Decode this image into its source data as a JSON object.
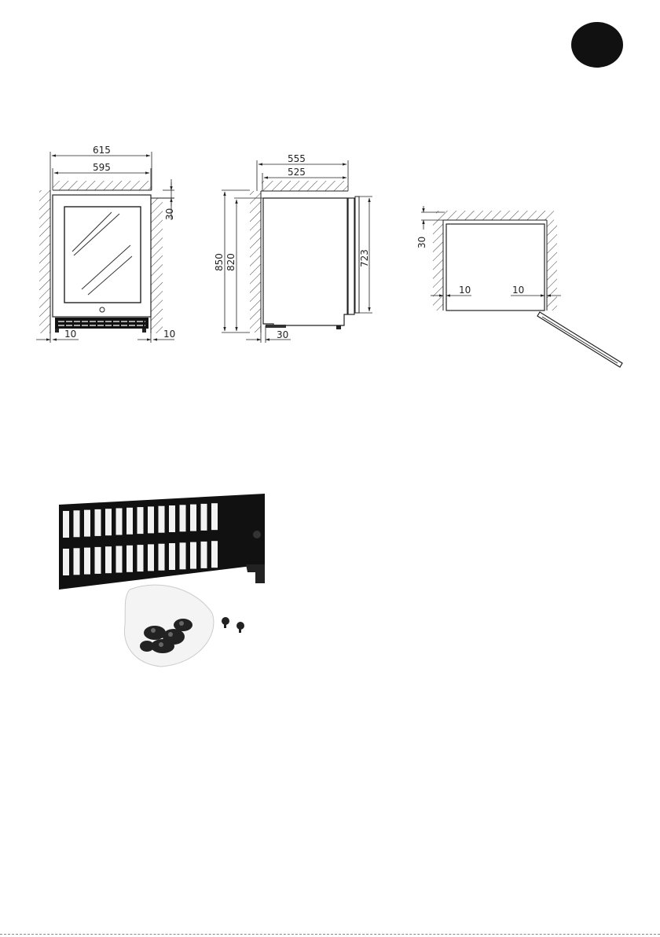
{
  "page": {
    "badge_color": "#111111"
  },
  "front_view": {
    "width_overall": "615",
    "width_cabinet": "595",
    "top_clearance": "30",
    "side_gap_left": "10",
    "side_gap_right": "10"
  },
  "side_view": {
    "depth_overall": "555",
    "depth_cabinet": "525",
    "height_overall": "850",
    "height_cabinet": "820",
    "door_height": "723",
    "rear_gap": "30"
  },
  "top_view": {
    "rear_clearance": "30",
    "side_gap_left": "10",
    "side_gap_right": "10"
  },
  "accessories": {
    "items": [
      "ventilation-grille",
      "screw-bag",
      "screws"
    ]
  }
}
